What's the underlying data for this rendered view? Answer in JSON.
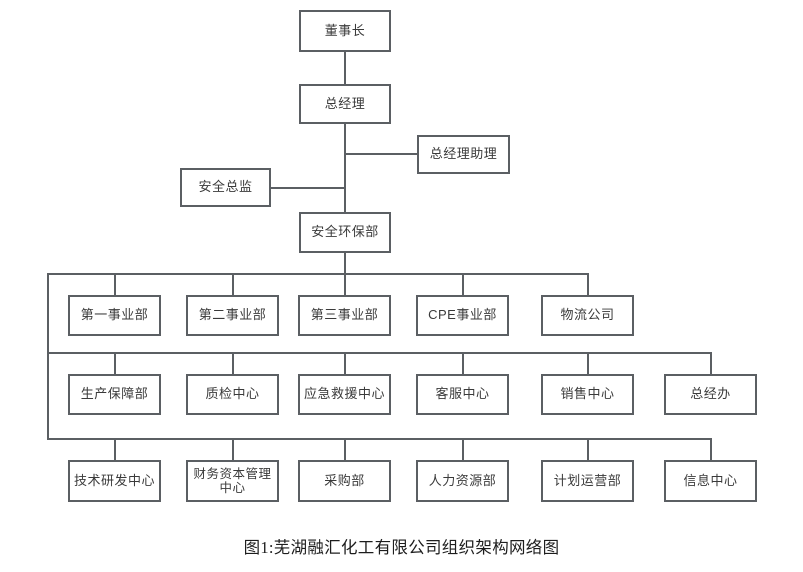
{
  "figure": {
    "caption": "图1:芜湖融汇化工有限公司组织架构网络图",
    "background_color": "#ffffff",
    "line_color": "#5b5f63",
    "box_border_color": "#5b5f63",
    "text_color": "#3a3a3a"
  },
  "org_chart": {
    "type": "diagram",
    "diagram_kind": "organization-chart",
    "levels": [
      {
        "level": 1,
        "nodes": [
          {
            "id": "chairman",
            "label": "董事长"
          }
        ]
      },
      {
        "level": 2,
        "nodes": [
          {
            "id": "general-manager",
            "label": "总经理"
          }
        ]
      },
      {
        "level": 3,
        "nodes": [
          {
            "id": "gm-assistant",
            "label": "总经理助理"
          },
          {
            "id": "safety-director",
            "label": "安全总监"
          }
        ]
      },
      {
        "level": 4,
        "nodes": [
          {
            "id": "safety-env-dept",
            "label": "安全环保部"
          }
        ]
      },
      {
        "level": 5,
        "row_name": "事业部与公司",
        "nodes": [
          {
            "id": "div-1",
            "label": "第一事业部"
          },
          {
            "id": "div-2",
            "label": "第二事业部"
          },
          {
            "id": "div-3",
            "label": "第三事业部"
          },
          {
            "id": "div-cpe",
            "label": "CPE事业部"
          },
          {
            "id": "logistics-company",
            "label": "物流公司"
          }
        ]
      },
      {
        "level": 6,
        "row_name": "中心与保障部门",
        "nodes": [
          {
            "id": "production-support",
            "label": "生产保障部"
          },
          {
            "id": "quality-inspection-center",
            "label": "质检中心"
          },
          {
            "id": "emergency-rescue-center",
            "label": "应急救援中心"
          },
          {
            "id": "customer-service-center",
            "label": "客服中心"
          },
          {
            "id": "sales-center",
            "label": "销售中心"
          },
          {
            "id": "gm-office",
            "label": "总经办"
          }
        ]
      },
      {
        "level": 7,
        "row_name": "职能部门",
        "nodes": [
          {
            "id": "rnd-center",
            "label": "技术研发中心"
          },
          {
            "id": "finance-capital-mgmt-center",
            "label": "财务资本管理中心"
          },
          {
            "id": "purchasing-dept",
            "label": "采购部"
          },
          {
            "id": "hr-dept",
            "label": "人力资源部"
          },
          {
            "id": "planning-operations-dept",
            "label": "计划运营部"
          },
          {
            "id": "information-center",
            "label": "信息中心"
          }
        ]
      }
    ]
  }
}
